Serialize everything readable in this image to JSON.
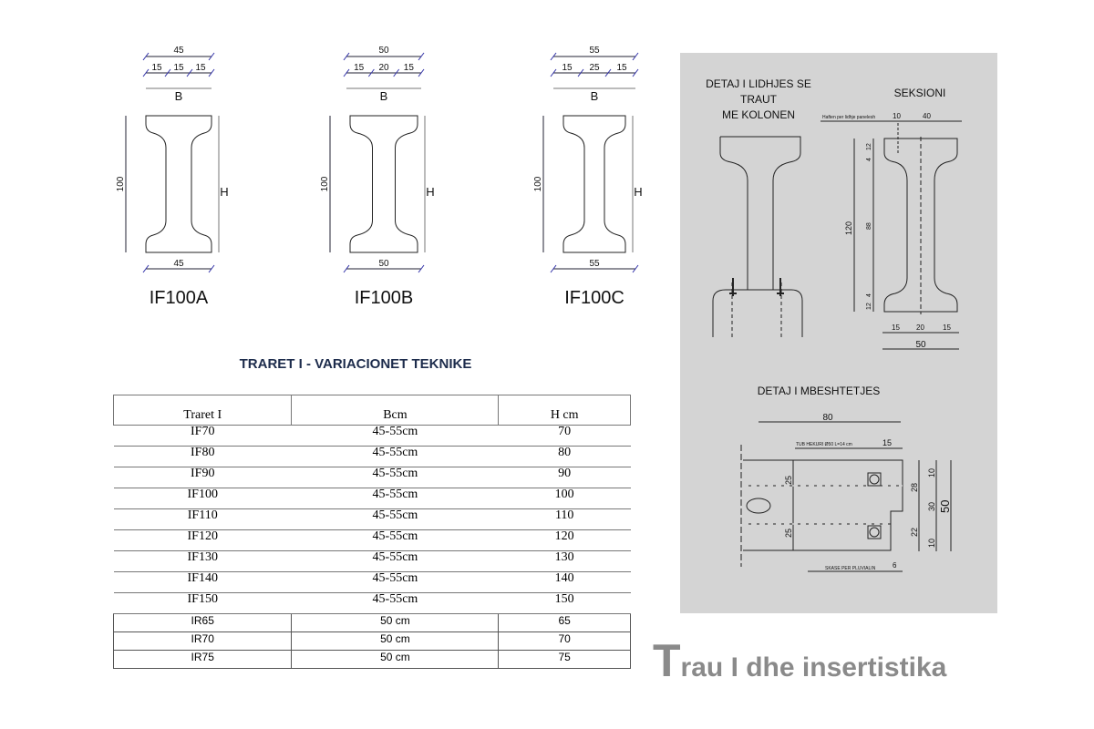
{
  "beams": [
    {
      "name": "IF100A",
      "top_width": "45",
      "parts": [
        "15",
        "15",
        "15"
      ],
      "b_label": "B",
      "height": "100",
      "h_label": "H",
      "bottom_width": "45"
    },
    {
      "name": "IF100B",
      "top_width": "50",
      "parts": [
        "15",
        "20",
        "15"
      ],
      "b_label": "B",
      "height": "100",
      "h_label": "H",
      "bottom_width": "50"
    },
    {
      "name": "IF100C",
      "top_width": "55",
      "parts": [
        "15",
        "25",
        "15"
      ],
      "b_label": "B",
      "height": "100",
      "h_label": "H",
      "bottom_width": "55"
    }
  ],
  "table": {
    "title": "TRARET I - VARIACIONET TEKNIKE",
    "headers": [
      "Traret I",
      "Bcm",
      "H cm"
    ],
    "rows": [
      [
        "IF70",
        "45-55cm",
        "70"
      ],
      [
        "IF80",
        "45-55cm",
        "80"
      ],
      [
        "IF90",
        "45-55cm",
        "90"
      ],
      [
        "IF100",
        "45-55cm",
        "100"
      ],
      [
        "IF110",
        "45-55cm",
        "110"
      ],
      [
        "IF120",
        "45-55cm",
        "120"
      ],
      [
        "IF130",
        "45-55cm",
        "130"
      ],
      [
        "IF140",
        "45-55cm",
        "140"
      ],
      [
        "IF150",
        "45-55cm",
        "150"
      ]
    ],
    "ir_rows": [
      [
        "IR65",
        "50 cm",
        "65"
      ],
      [
        "IR70",
        "50 cm",
        "70"
      ],
      [
        "IR75",
        "50 cm",
        "75"
      ]
    ]
  },
  "panel": {
    "connection_title": [
      "DETAJ I LIDHJES SE",
      "TRAUT",
      "ME KOLONEN"
    ],
    "section_title": "SEKSIONI",
    "section_note": "Haften per lidhje panelesh",
    "section_dims": {
      "top1": "10",
      "top2": "40",
      "total": "120",
      "d12a": "12",
      "d4a": "4",
      "d88": "88",
      "d12b": "12",
      "d4b": "4",
      "b1": "15",
      "b2": "20",
      "b3": "15",
      "b": "50"
    },
    "support_title": "DETAJ I MBESHTETJES",
    "support_dims": {
      "d80": "80",
      "tub": "TUB HEKURI Ø50 L=14 cm",
      "d15": "15",
      "d25a": "25",
      "d25b": "25",
      "d10a": "10",
      "d28": "28",
      "d30": "30",
      "d22": "22",
      "d10b": "10",
      "d50": "50",
      "skase": "SKASE PER PLUVIALIN",
      "d6": "6"
    }
  },
  "brand": {
    "initial": "T",
    "rest": "rau I dhe insertistika",
    "color": "#8a8a8a"
  }
}
